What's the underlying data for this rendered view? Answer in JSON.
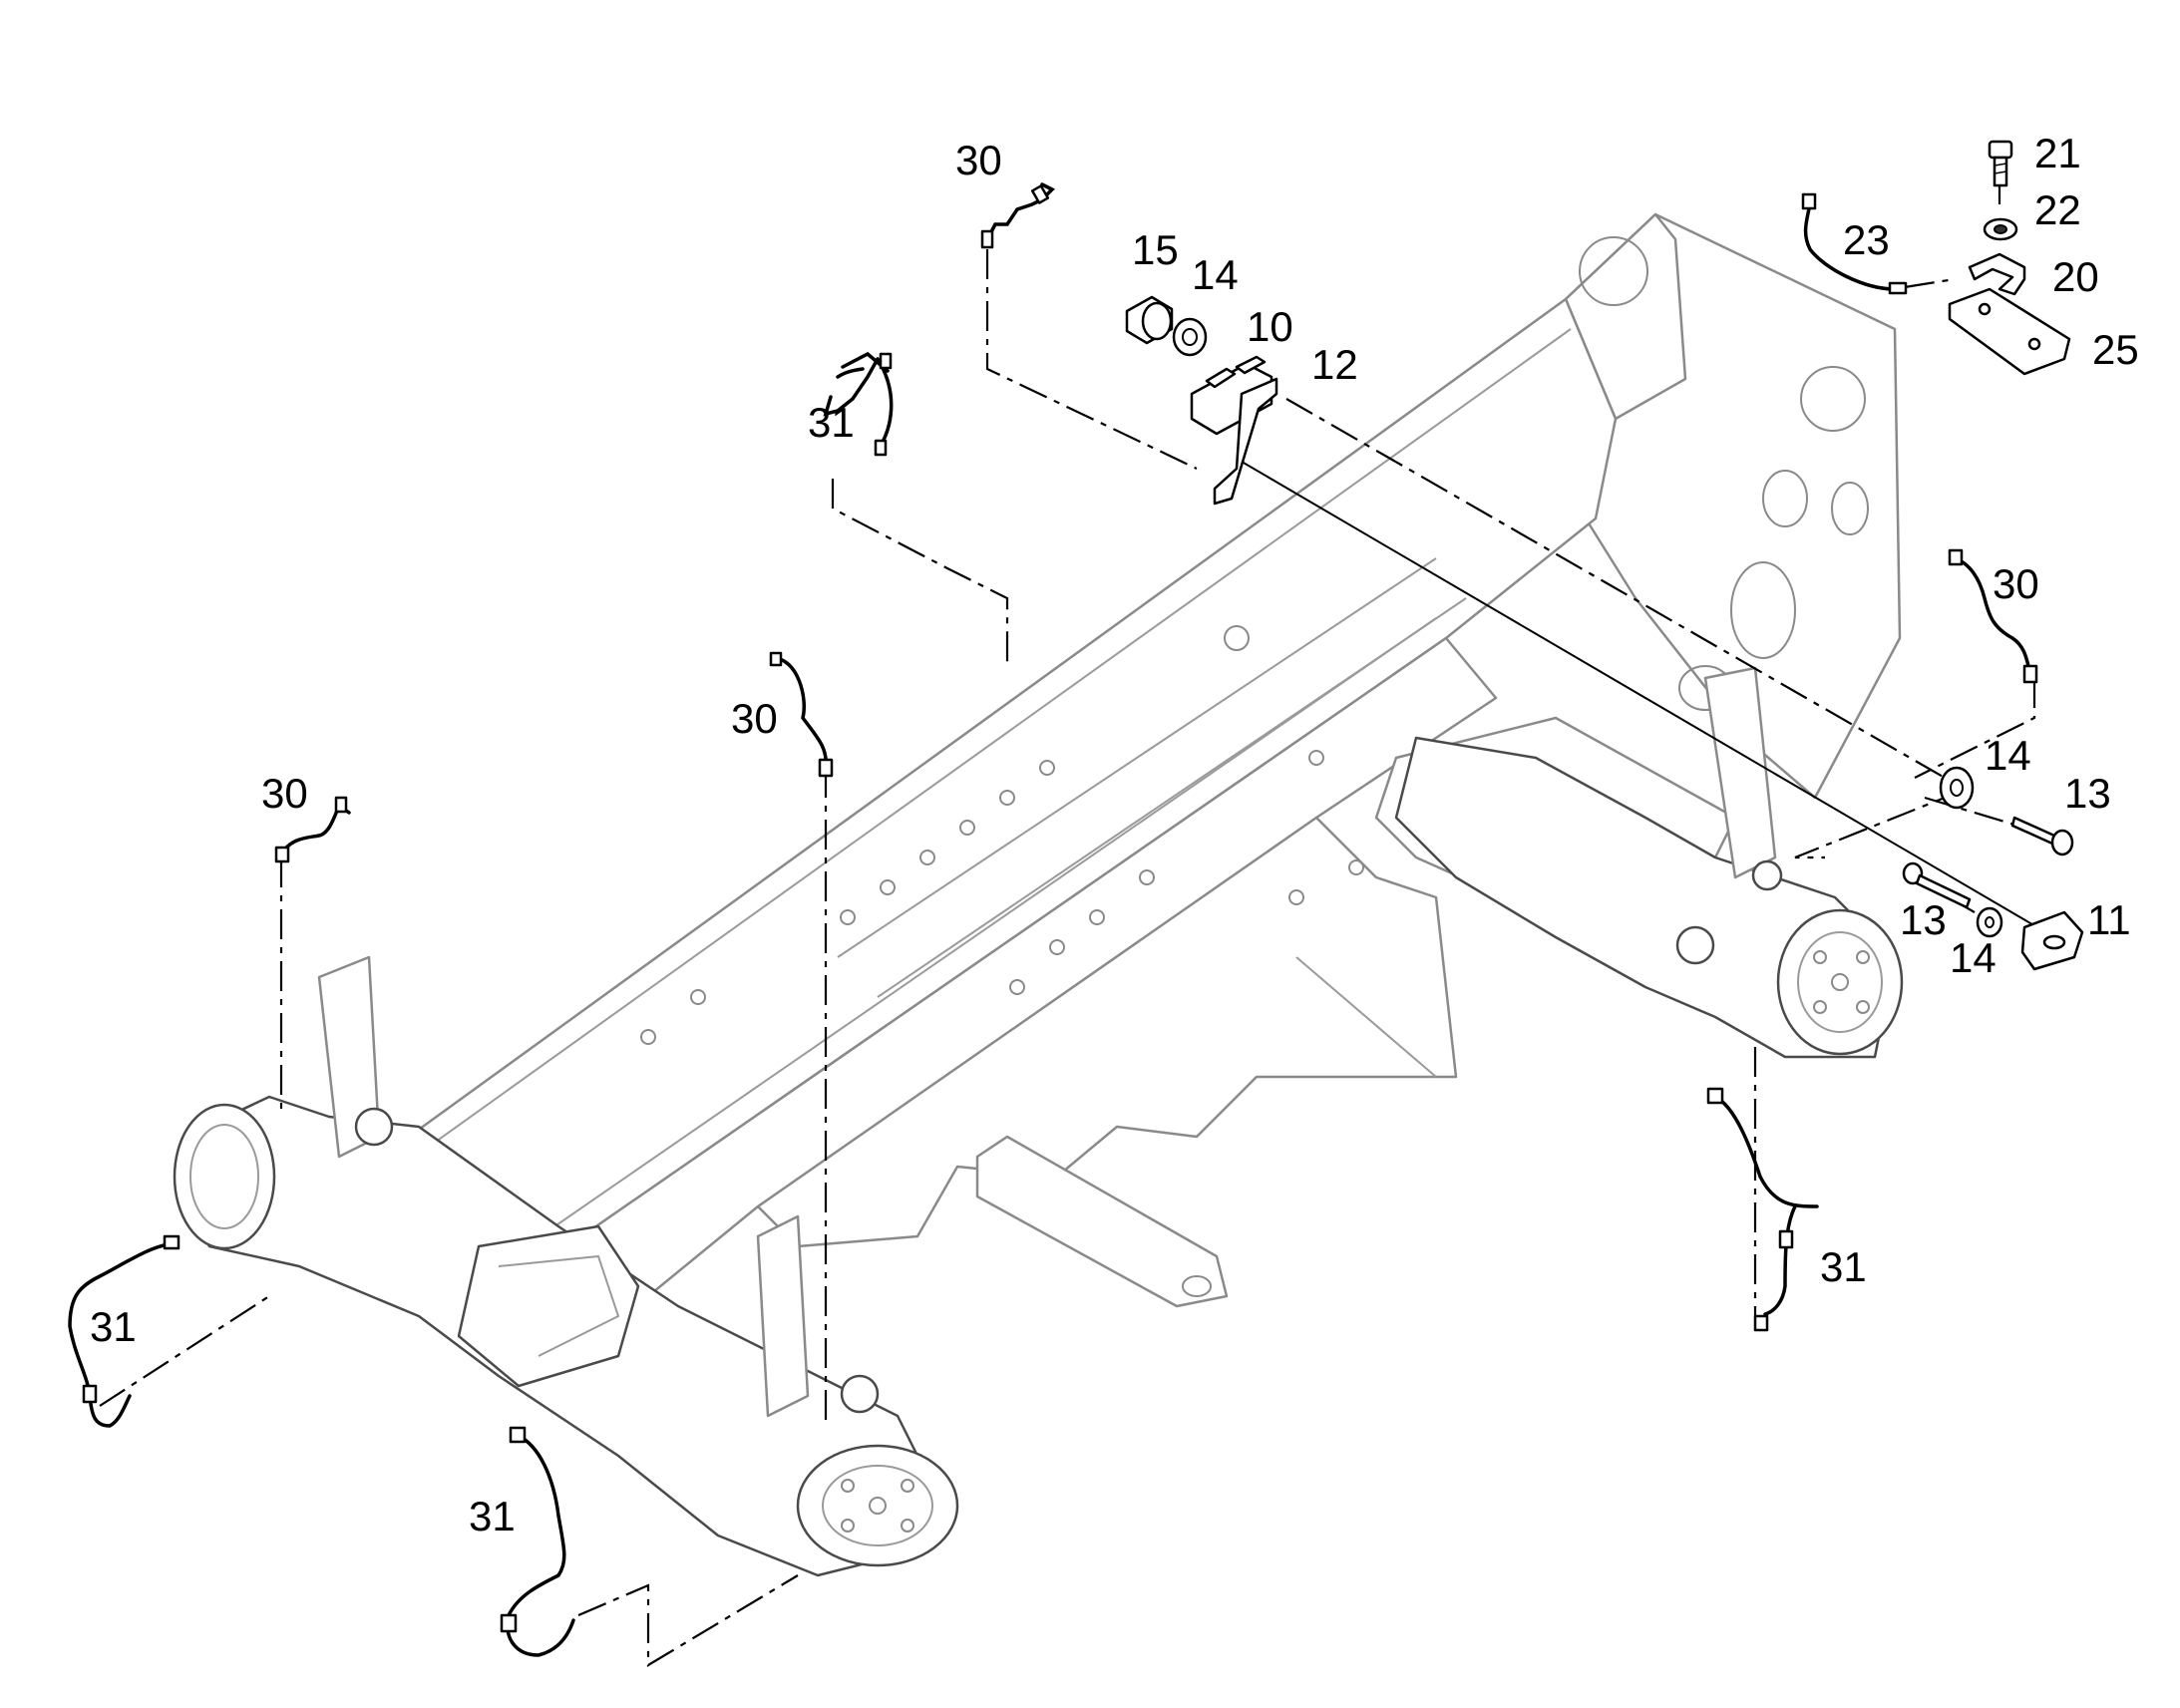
{
  "callouts": [
    {
      "id": "c1",
      "label": "30"
    },
    {
      "id": "c2",
      "label": "15"
    },
    {
      "id": "c3",
      "label": "14"
    },
    {
      "id": "c4",
      "label": "10"
    },
    {
      "id": "c5",
      "label": "12"
    },
    {
      "id": "c6",
      "label": "21"
    },
    {
      "id": "c7",
      "label": "22"
    },
    {
      "id": "c8",
      "label": "23"
    },
    {
      "id": "c9",
      "label": "20"
    },
    {
      "id": "c10",
      "label": "25"
    },
    {
      "id": "c11",
      "label": "31"
    },
    {
      "id": "c12",
      "label": "30"
    },
    {
      "id": "c13",
      "label": "30"
    },
    {
      "id": "c14",
      "label": "14"
    },
    {
      "id": "c15",
      "label": "13"
    },
    {
      "id": "c16",
      "label": "30"
    },
    {
      "id": "c17",
      "label": "13"
    },
    {
      "id": "c18",
      "label": "11"
    },
    {
      "id": "c19",
      "label": "14"
    },
    {
      "id": "c20",
      "label": "31"
    },
    {
      "id": "c21",
      "label": "31"
    },
    {
      "id": "c22",
      "label": "31"
    }
  ]
}
